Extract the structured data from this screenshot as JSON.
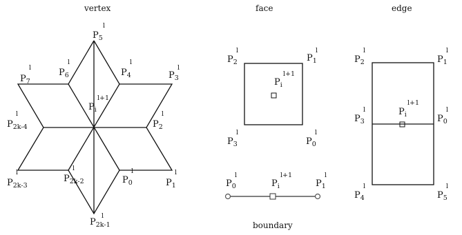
{
  "titles": {
    "vertex": "vertex",
    "face": "face",
    "edge": "edge",
    "boundary": "boundary"
  },
  "labels": {
    "P": "P",
    "level": "l",
    "level_next": "l+1",
    "vertex": {
      "p5": "5",
      "p6": "6",
      "p4": "4",
      "p7": "7",
      "p3": "3",
      "pi": "i",
      "p2k4": "2k-4",
      "p2": "2",
      "p2k3": "2k-3",
      "p2k2": "2k-2",
      "p0": "0",
      "p1": "1",
      "p2k1": "2k-1"
    },
    "face": {
      "p2": "2",
      "p1": "1",
      "pi": "i",
      "p3": "3",
      "p0": "0"
    },
    "boundary": {
      "p0": "0",
      "pi": "i",
      "p1": "1"
    },
    "edge": {
      "p2": "2",
      "p1": "1",
      "pi": "i",
      "p3": "3",
      "p0": "0",
      "p4": "4",
      "p5": "5"
    }
  }
}
